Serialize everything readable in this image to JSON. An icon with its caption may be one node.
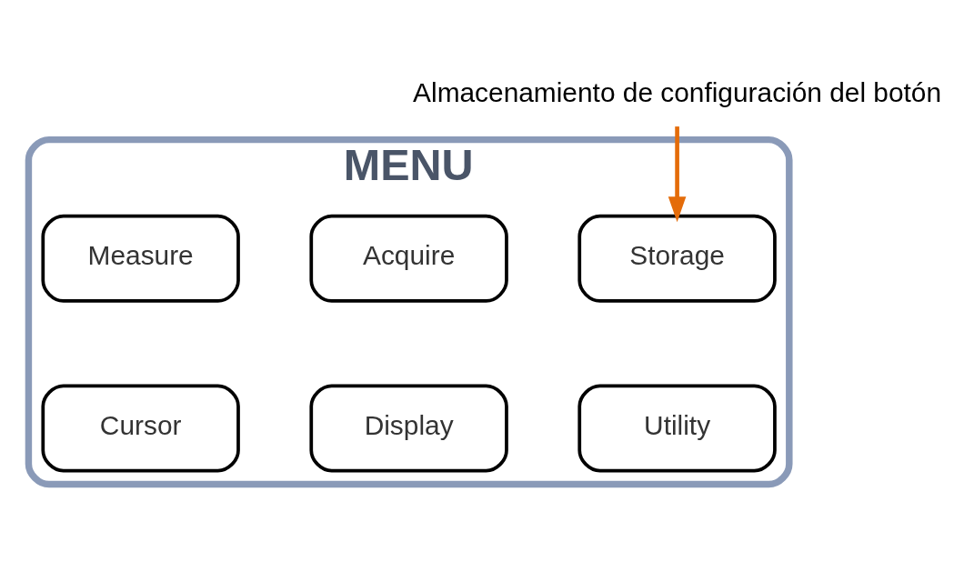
{
  "diagram": {
    "nodes": [
      {
        "text": [
          "Almacenamiento de configuración del botón"
        ]
      },
      {
        "text": [
          "MENU"
        ]
      },
      {
        "text": [
          "Measure"
        ],
        "in": 1
      },
      {
        "text": [
          "Acquire"
        ],
        "in": 1
      },
      {
        "text": [
          "Storage"
        ],
        "in": 1
      },
      {
        "text": [
          "Cursor"
        ],
        "in": 1
      },
      {
        "text": [
          "Display"
        ],
        "in": 1
      },
      {
        "text": [
          "Utility"
        ],
        "in": 1
      }
    ],
    "edges": [
      {
        "from": 0,
        "to": 4,
        "arrow": "to",
        "color": "#e46c0a"
      }
    ]
  }
}
